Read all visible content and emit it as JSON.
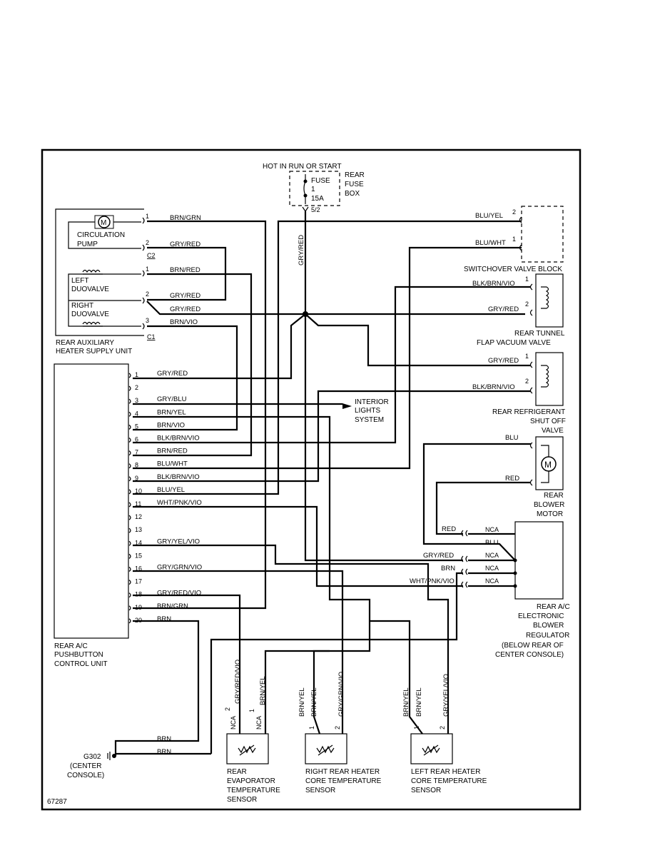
{
  "fuse": {
    "header": "HOT IN RUN OR START",
    "label": "FUSE",
    "number": "1",
    "rating": "15A",
    "pin": "5/2",
    "box_name": [
      "REAR",
      "FUSE",
      "BOX"
    ]
  },
  "aux_heater": {
    "name": [
      "REAR AUXILIARY",
      "HEATER SUPPLY UNIT"
    ],
    "pump_label": [
      "CIRCULATION",
      "PUMP"
    ],
    "pump_symbol": "M",
    "left_valve": [
      "LEFT",
      "DUOVALVE"
    ],
    "right_valve": [
      "RIGHT",
      "DUOVALVE"
    ],
    "connectors": [
      "C2",
      "C1"
    ],
    "pins": [
      "1",
      "2",
      "1",
      "2",
      "3"
    ],
    "wires": [
      "BRN/GRN",
      "GRY/RED",
      "BRN/RED",
      "GRY/RED",
      "GRY/RED",
      "BRN/VIO"
    ]
  },
  "fuse_wire": "GRY/RED",
  "control_unit": {
    "name": [
      "REAR A/C",
      "PUSHBUTTON",
      "CONTROL UNIT"
    ],
    "pins": [
      {
        "pin": "1",
        "wire": "GRY/RED"
      },
      {
        "pin": "2",
        "wire": ""
      },
      {
        "pin": "3",
        "wire": "GRY/BLU"
      },
      {
        "pin": "4",
        "wire": "BRN/YEL"
      },
      {
        "pin": "5",
        "wire": "BRN/VIO"
      },
      {
        "pin": "6",
        "wire": "BLK/BRN/VIO"
      },
      {
        "pin": "7",
        "wire": "BRN/RED"
      },
      {
        "pin": "8",
        "wire": "BLU/WHT"
      },
      {
        "pin": "9",
        "wire": "BLK/BRN/VIO"
      },
      {
        "pin": "10",
        "wire": "BLU/YEL"
      },
      {
        "pin": "11",
        "wire": "WHT/PNK/VIO"
      },
      {
        "pin": "12",
        "wire": ""
      },
      {
        "pin": "13",
        "wire": ""
      },
      {
        "pin": "14",
        "wire": "GRY/YEL/VIO"
      },
      {
        "pin": "15",
        "wire": ""
      },
      {
        "pin": "16",
        "wire": "GRY/GRN/VIO"
      },
      {
        "pin": "17",
        "wire": ""
      },
      {
        "pin": "18",
        "wire": "GRY/RED/VIO"
      },
      {
        "pin": "19",
        "wire": "BRN/GRN"
      },
      {
        "pin": "20",
        "wire": "BRN"
      }
    ]
  },
  "interior_lights": [
    "INTERIOR",
    "LIGHTS",
    "SYSTEM"
  ],
  "switchover": {
    "name": "SWITCHOVER VALVE BLOCK",
    "wires": [
      "BLU/YEL",
      "BLU/WHT"
    ],
    "pins": [
      "2",
      "1"
    ]
  },
  "tunnel_valve": {
    "name": [
      "REAR TUNNEL",
      "FLAP VACUUM VALVE"
    ],
    "wires": [
      "BLK/BRN/VIO",
      "GRY/RED"
    ],
    "pins": [
      "1",
      "2"
    ]
  },
  "refrigerant_valve": {
    "name": [
      "REAR REFRIGERANT",
      "SHUT OFF",
      "VALVE"
    ],
    "wires": [
      "GRY/RED",
      "BLK/BRN/VIO"
    ],
    "pins": [
      "1",
      "2"
    ]
  },
  "blower_motor": {
    "name": [
      "REAR",
      "BLOWER",
      "MOTOR"
    ],
    "symbol": "M",
    "wires": [
      "BLU",
      "RED"
    ]
  },
  "regulator": {
    "name": [
      "REAR A/C",
      "ELECTRONIC",
      "BLOWER",
      "REGULATOR",
      "(BELOW REAR OF",
      "CENTER CONSOLE)"
    ],
    "left_wires": [
      "RED",
      "BLU",
      "GRY/RED",
      "BRN",
      "WHT/PNK/VIO"
    ],
    "nca": [
      "NCA",
      "NCA",
      "NCA",
      "NCA"
    ]
  },
  "ground": {
    "id": "G302",
    "location": [
      "(CENTER",
      "CONSOLE)"
    ],
    "wires": [
      "BRN",
      "BRN"
    ]
  },
  "evap_sensor": {
    "name": [
      "REAR",
      "EVAPORATOR",
      "TEMPERATURE",
      "SENSOR"
    ],
    "wires": [
      "GRY/RED/VIO",
      "BRN/YEL"
    ],
    "pins": [
      "2",
      "1"
    ],
    "nca": [
      "NCA",
      "NCA"
    ]
  },
  "right_sensor": {
    "name": [
      "RIGHT REAR HEATER",
      "CORE TEMPERATURE",
      "SENSOR"
    ],
    "wires": [
      "BRN/YEL",
      "BRN/YEL",
      "GRY/GRN/VIO"
    ],
    "pins": [
      "1",
      "2"
    ]
  },
  "left_sensor": {
    "name": [
      "LEFT REAR HEATER",
      "CORE TEMPERATURE",
      "SENSOR"
    ],
    "wires": [
      "BRN/YEL",
      "BRN/YEL",
      "GRY/YEL/VIO"
    ],
    "pins": [
      "1",
      "2"
    ]
  },
  "figure_id": "67287"
}
